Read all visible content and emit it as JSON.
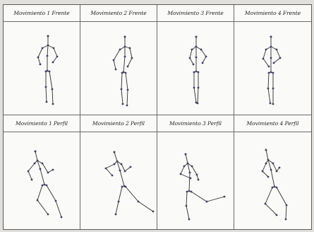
{
  "panels": [
    {
      "title": "Movimiento 1 Frente"
    },
    {
      "title": "Movimiento 2 Frente"
    },
    {
      "title": "Movimiento 3 Frente"
    },
    {
      "title": "Movimiento 4 Frente"
    },
    {
      "title": "Movimiento 1 Perfil"
    },
    {
      "title": "Movimiento 2 Perfil"
    },
    {
      "title": "Movimiento 3 Perfil"
    },
    {
      "title": "Movimiento 4 Perfil"
    }
  ]
}
